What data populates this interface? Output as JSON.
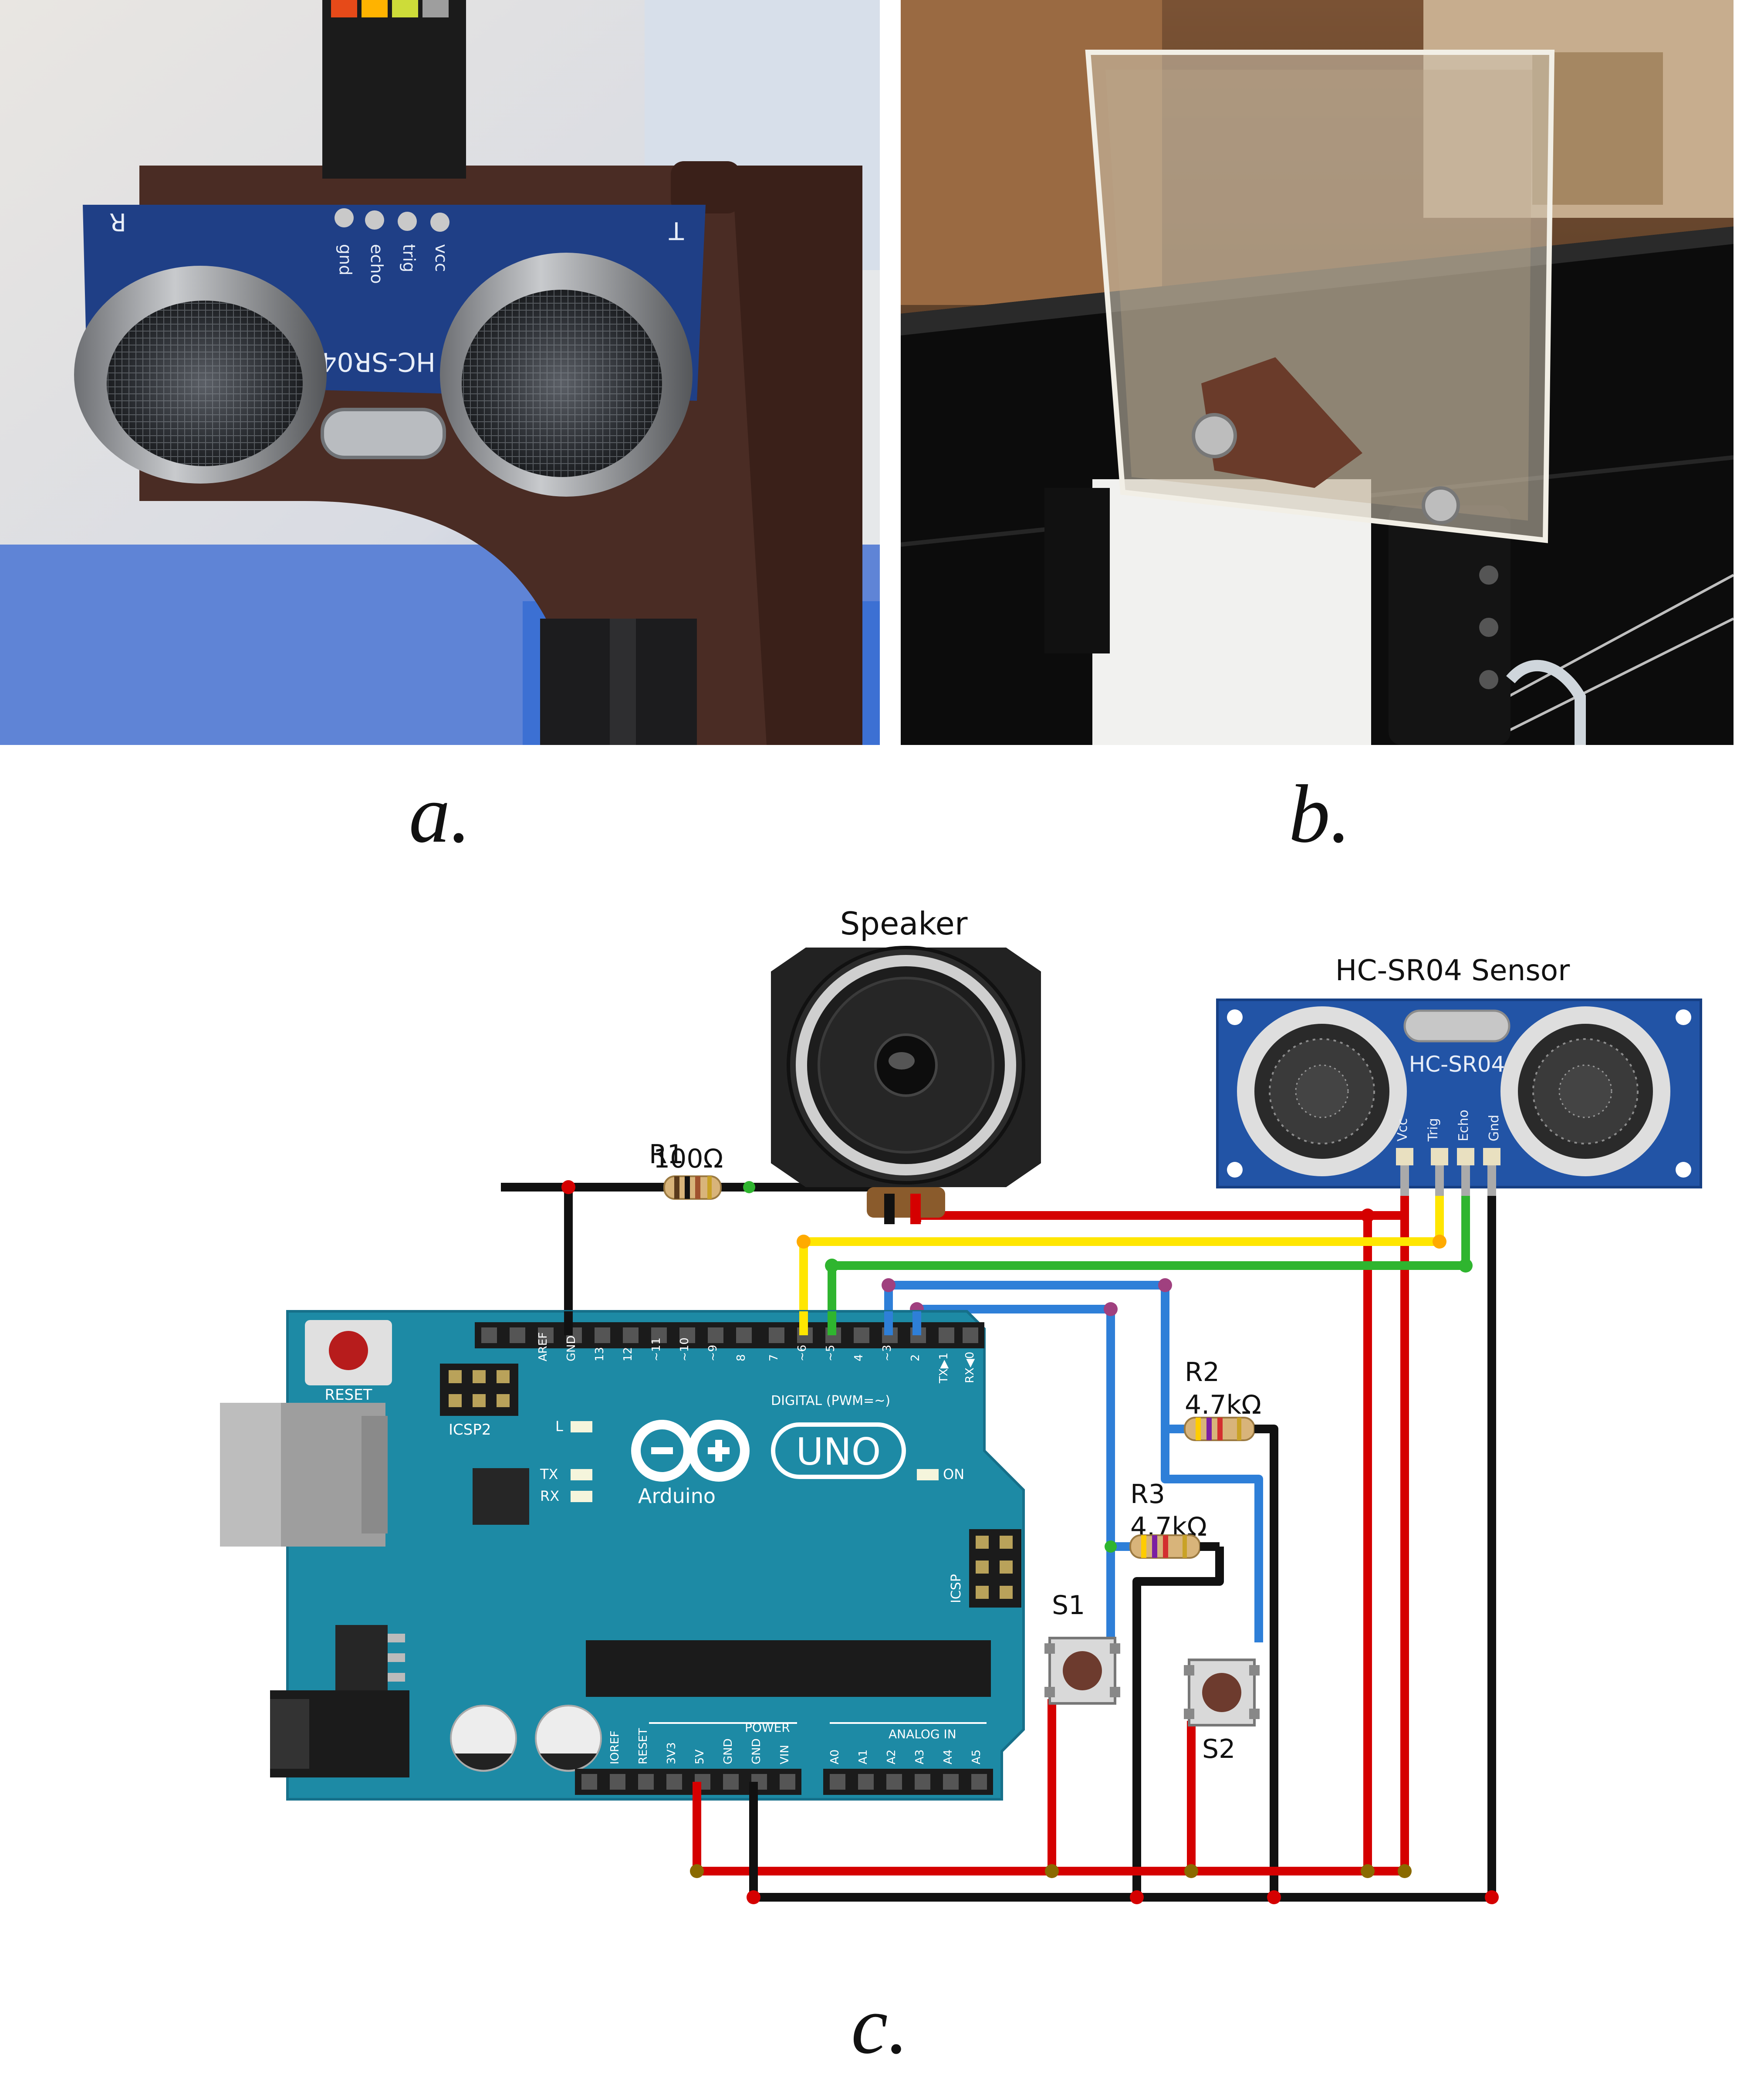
{
  "captions": {
    "a": "a.",
    "b": "b.",
    "c": "c."
  },
  "photo_a": {
    "module_text": "HC-SR04",
    "pins": [
      "gnd",
      "echo",
      "trig",
      "vcc"
    ],
    "left_mark": "R",
    "right_mark": "T"
  },
  "photo_b": {},
  "circuit": {
    "speaker_label": "Speaker",
    "sensor_title": "HC-SR04 Sensor",
    "sensor_module_text": "HC-SR04",
    "sensor_pins": [
      "Vcc",
      "Trig",
      "Echo",
      "Gnd"
    ],
    "r1_name": "R1",
    "r1_value": "100Ω",
    "r2_name": "R2",
    "r2_value": "4.7kΩ",
    "r3_name": "R3",
    "r3_value": "4.7kΩ",
    "s1_name": "S1",
    "s2_name": "S2",
    "board": {
      "reset": "RESET",
      "icsp2": "ICSP2",
      "icsp": "ICSP",
      "aref": "AREF",
      "gnd": "GND",
      "digital_pins": [
        "13",
        "12",
        "~11",
        "~10",
        "~9",
        "8",
        "7",
        "~6",
        "~5",
        "4",
        "~3",
        "2",
        "TX▶1",
        "RX◀0"
      ],
      "digital_label": "DIGITAL (PWM=~)",
      "led_l": "L",
      "led_tx": "TX",
      "led_rx": "RX",
      "led_on": "ON",
      "uno": "UNO",
      "brand": "Arduino",
      "power_label": "POWER",
      "analog_label": "ANALOG IN",
      "power_pins": [
        "IOREF",
        "RESET",
        "3V3",
        "5V",
        "GND",
        "GND",
        "VIN"
      ],
      "analog_pins": [
        "A0",
        "A1",
        "A2",
        "A3",
        "A4",
        "A5"
      ]
    },
    "colors": {
      "board": "#1d8aa5",
      "red": "#d50000",
      "black": "#111111",
      "yellow": "#ffe600",
      "green": "#2fb52f",
      "blue": "#2e7fd8",
      "sensor": "#2254a6"
    }
  }
}
